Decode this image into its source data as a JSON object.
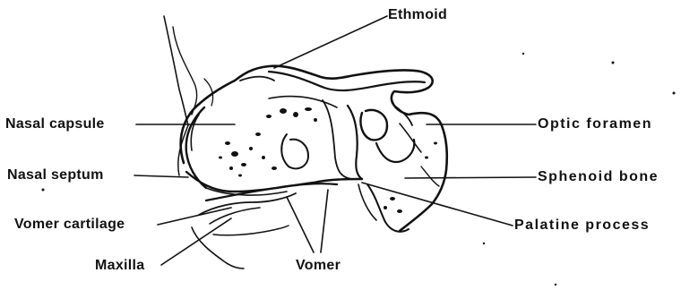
{
  "labels": {
    "ethmoid": "Ethmoid",
    "nasal_capsule": "Nasal capsule",
    "optic_foramen": "Optic foramen",
    "nasal_septum": "Nasal septum",
    "sphenoid_bone": "Sphenoid bone",
    "vomer_cartilage": "Vomer cartilage",
    "palatine_process": "Palatine process",
    "maxilla": "Maxilla",
    "vomer": "Vomer"
  },
  "colors": {
    "ink": "#111111",
    "background": "#ffffff"
  }
}
